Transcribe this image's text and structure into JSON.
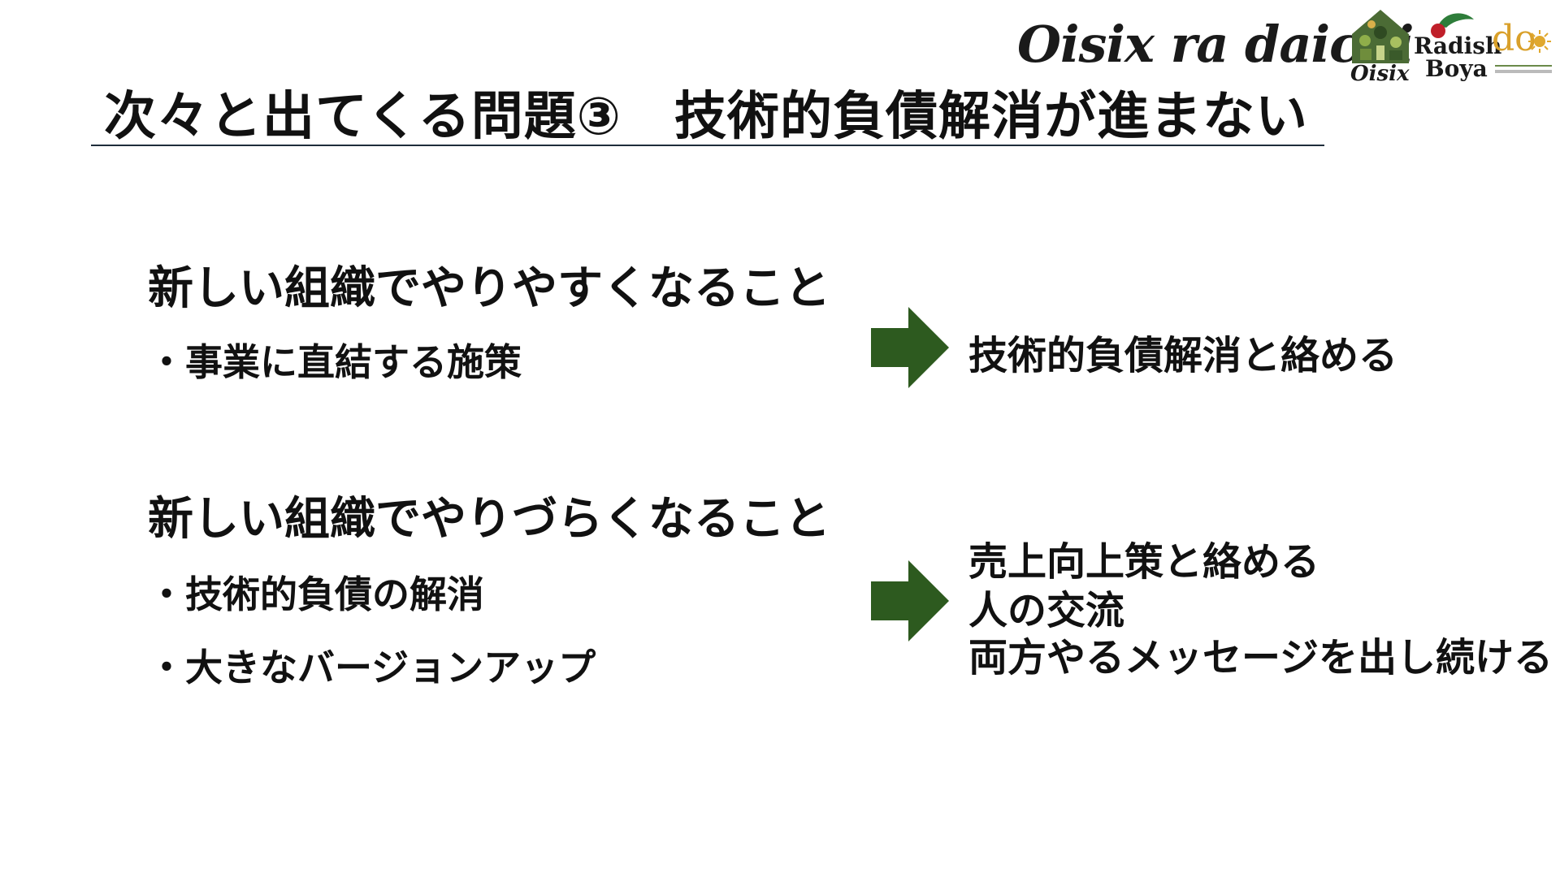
{
  "title": "次々と出てくる問題③　技術的負債解消が進まない",
  "brand": {
    "wordmark": "Oisix ra daichi",
    "logos": [
      {
        "name": "Oisix",
        "caption": "Oisix"
      },
      {
        "name": "Radish Boya",
        "caption_top": "Radish",
        "caption_bottom": "Boya"
      },
      {
        "name": "daichi wo mamoru kai",
        "caption": "do"
      }
    ],
    "colors": {
      "oisix_green": "#3f5a2e",
      "radish_red": "#c0202a",
      "radish_leaf": "#2e7d3a",
      "daichi_gold": "#d9a02a"
    }
  },
  "sections": [
    {
      "heading": "新しい組織でやりやすくなること",
      "bullets": [
        "・事業に直結する施策"
      ],
      "result": [
        "技術的負債解消と絡める"
      ]
    },
    {
      "heading": "新しい組織でやりづらくなること",
      "bullets": [
        "・技術的負債の解消",
        "・大きなバージョンアップ"
      ],
      "result": [
        "売上向上策と絡める",
        "人の交流",
        "両方やるメッセージを出し続ける"
      ]
    }
  ],
  "arrow_color": "#2d5a1f"
}
